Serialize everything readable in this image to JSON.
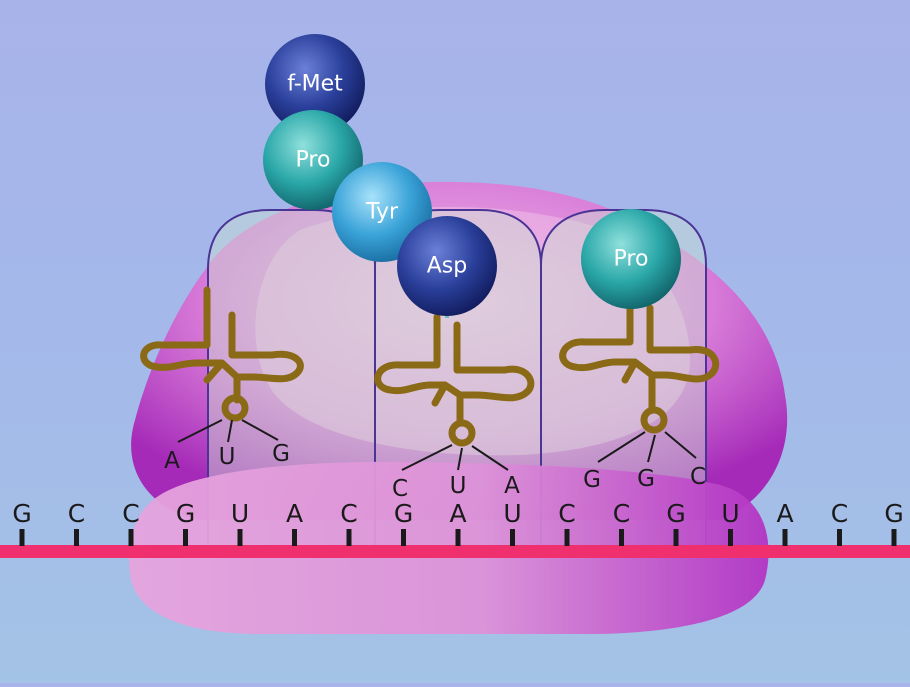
{
  "colors": {
    "background_top": "#a8b3ea",
    "background_bottom": "#a3c3e6",
    "ribbosome_large": "#d77ad8",
    "ribosome_small": "#d98ad6",
    "mrna": "#f0306e",
    "trna": "#8a6a16",
    "site_outline": "#5a3a9a",
    "aa_dark_blue": "#2a3f9a",
    "aa_teal": "#2aa7a8",
    "aa_light_blue": "#3aa3d8"
  },
  "peptide": [
    {
      "label": "f-Met",
      "color": "dark-blue"
    },
    {
      "label": "Pro",
      "color": "teal"
    },
    {
      "label": "Tyr",
      "color": "light-blue"
    },
    {
      "label": "Asp",
      "color": "dark-blue"
    }
  ],
  "incoming_amino_acid": {
    "label": "Pro",
    "color": "teal"
  },
  "mrna_bases": [
    "G",
    "C",
    "C",
    "G",
    "U",
    "A",
    "C",
    "G",
    "A",
    "U",
    "C",
    "C",
    "G",
    "U",
    "A",
    "C",
    "G"
  ],
  "trnas": [
    {
      "site": "left",
      "anticodon": [
        "A",
        "U",
        "G"
      ]
    },
    {
      "site": "middle",
      "anticodon": [
        "C",
        "U",
        "A"
      ]
    },
    {
      "site": "right",
      "anticodon": [
        "G",
        "G",
        "C"
      ]
    }
  ]
}
